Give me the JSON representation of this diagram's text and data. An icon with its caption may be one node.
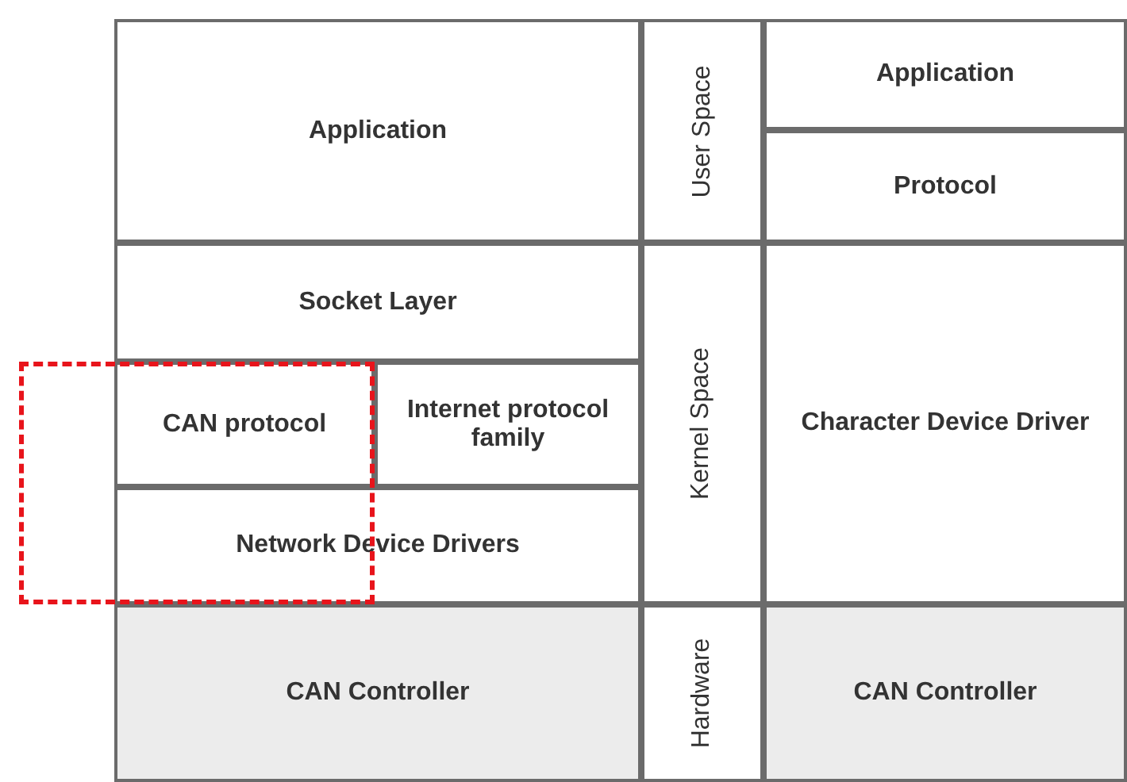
{
  "diagram": {
    "nodes": [
      {
        "text": [
          "Application"
        ]
      },
      {
        "text": [
          "Socket Layer"
        ]
      },
      {
        "text": [],
        "shape": "box"
      },
      {
        "text": [
          "CAN protocol"
        ],
        "in": 2
      },
      {
        "text": [
          "Internet protocol family"
        ]
      },
      {
        "text": [
          "Network Device Drivers"
        ]
      },
      {
        "text": [
          "CAN Controller"
        ]
      },
      {
        "text": [
          "User Space"
        ]
      },
      {
        "text": [
          "Kernel Space"
        ]
      },
      {
        "text": [
          "Hardware"
        ]
      },
      {
        "text": [
          "Application"
        ]
      },
      {
        "text": [
          "Protocol"
        ]
      },
      {
        "text": [
          "Character Device Driver"
        ]
      },
      {
        "text": [
          "CAN Controller"
        ]
      }
    ],
    "edges": []
  }
}
